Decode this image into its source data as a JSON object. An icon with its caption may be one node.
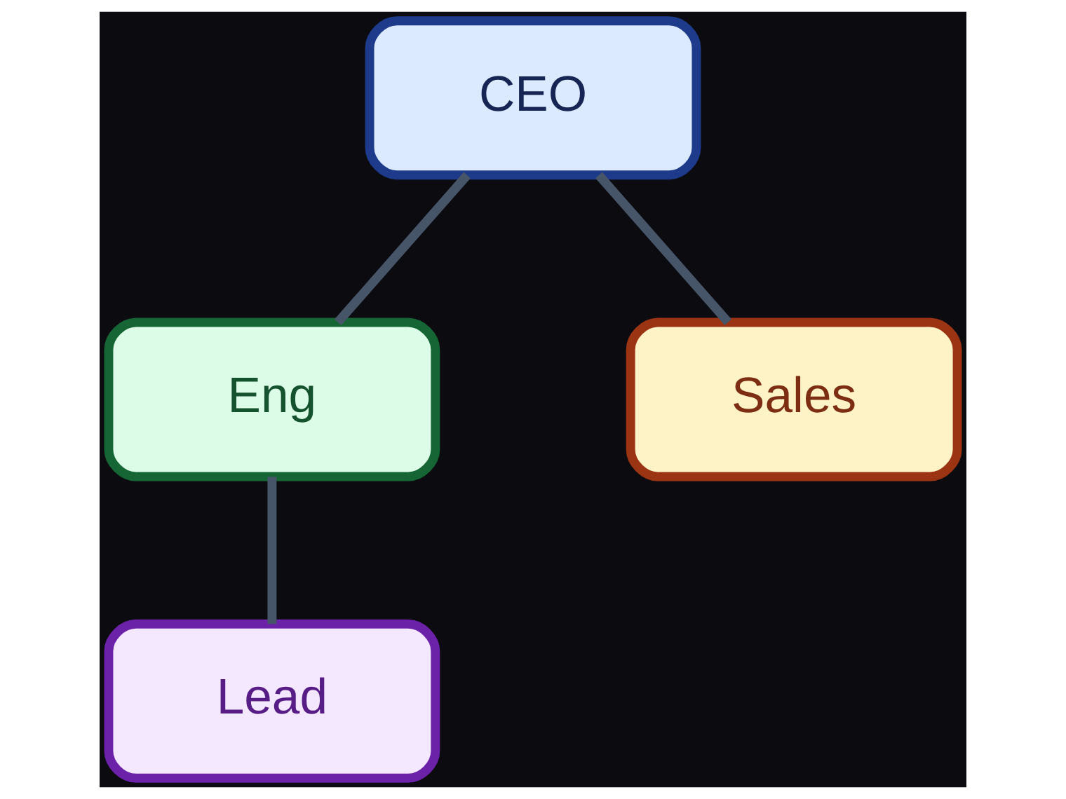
{
  "diagram": {
    "nodes": [
      {
        "text": [
          "CEO"
        ]
      },
      {
        "text": [
          "Eng"
        ]
      },
      {
        "text": [
          "Sales"
        ]
      },
      {
        "text": [
          "Lead"
        ]
      }
    ],
    "edges": [
      {
        "from": 0,
        "to": 1,
        "arrow": "none"
      },
      {
        "from": 0,
        "to": 2,
        "arrow": "none"
      },
      {
        "from": 1,
        "to": 3,
        "arrow": "none"
      }
    ]
  }
}
